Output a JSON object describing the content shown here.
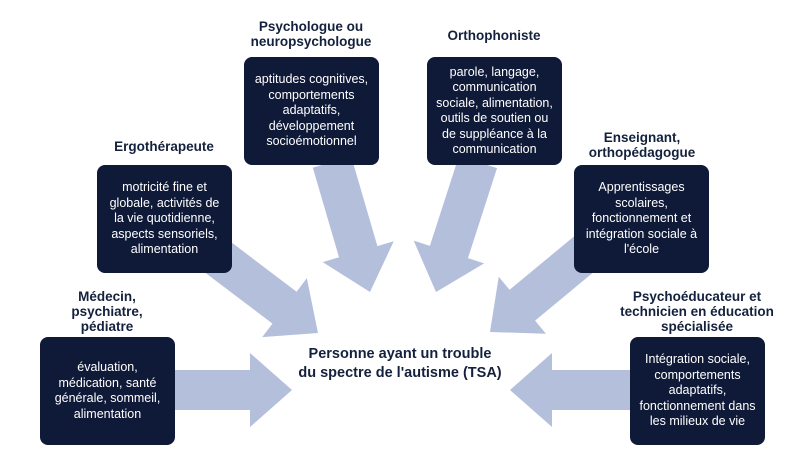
{
  "center": "Personne ayant un trouble\ndu spectre de l'autisme (TSA)",
  "arrow_color": "#b4bfdc",
  "box_color": "#0f1a38",
  "professionals": [
    {
      "title": "Médecin,\npsychiatre,\npédiatre",
      "description": "évaluation,\nmédication, santé\ngénérale, sommeil,\nalimentation"
    },
    {
      "title": "Ergothérapeute",
      "description": "motricité fine et\nglobale, activités de\nla vie quotidienne,\naspects sensoriels,\nalimentation"
    },
    {
      "title": "Psychologue ou\nneuropsychologue",
      "description": "aptitudes cognitives,\ncomportements\nadaptatifs,\ndéveloppement\nsocioémotionnel"
    },
    {
      "title": "Orthophoniste",
      "description": "parole, langage,\ncommunication\nsociale, alimentation,\noutils de soutien ou\nde suppléance à la\ncommunication"
    },
    {
      "title": "Enseignant,\northopédagogue",
      "description": "Apprentissages\nscolaires,\nfonctionnement et\nintégration sociale à\nl'école"
    },
    {
      "title": "Psychoéducateur et\ntechnicien en éducation\nspécialisée",
      "description": "Intégration sociale,\ncomportements\nadaptatifs,\nfonctionnement dans\nles milieux de vie"
    }
  ]
}
